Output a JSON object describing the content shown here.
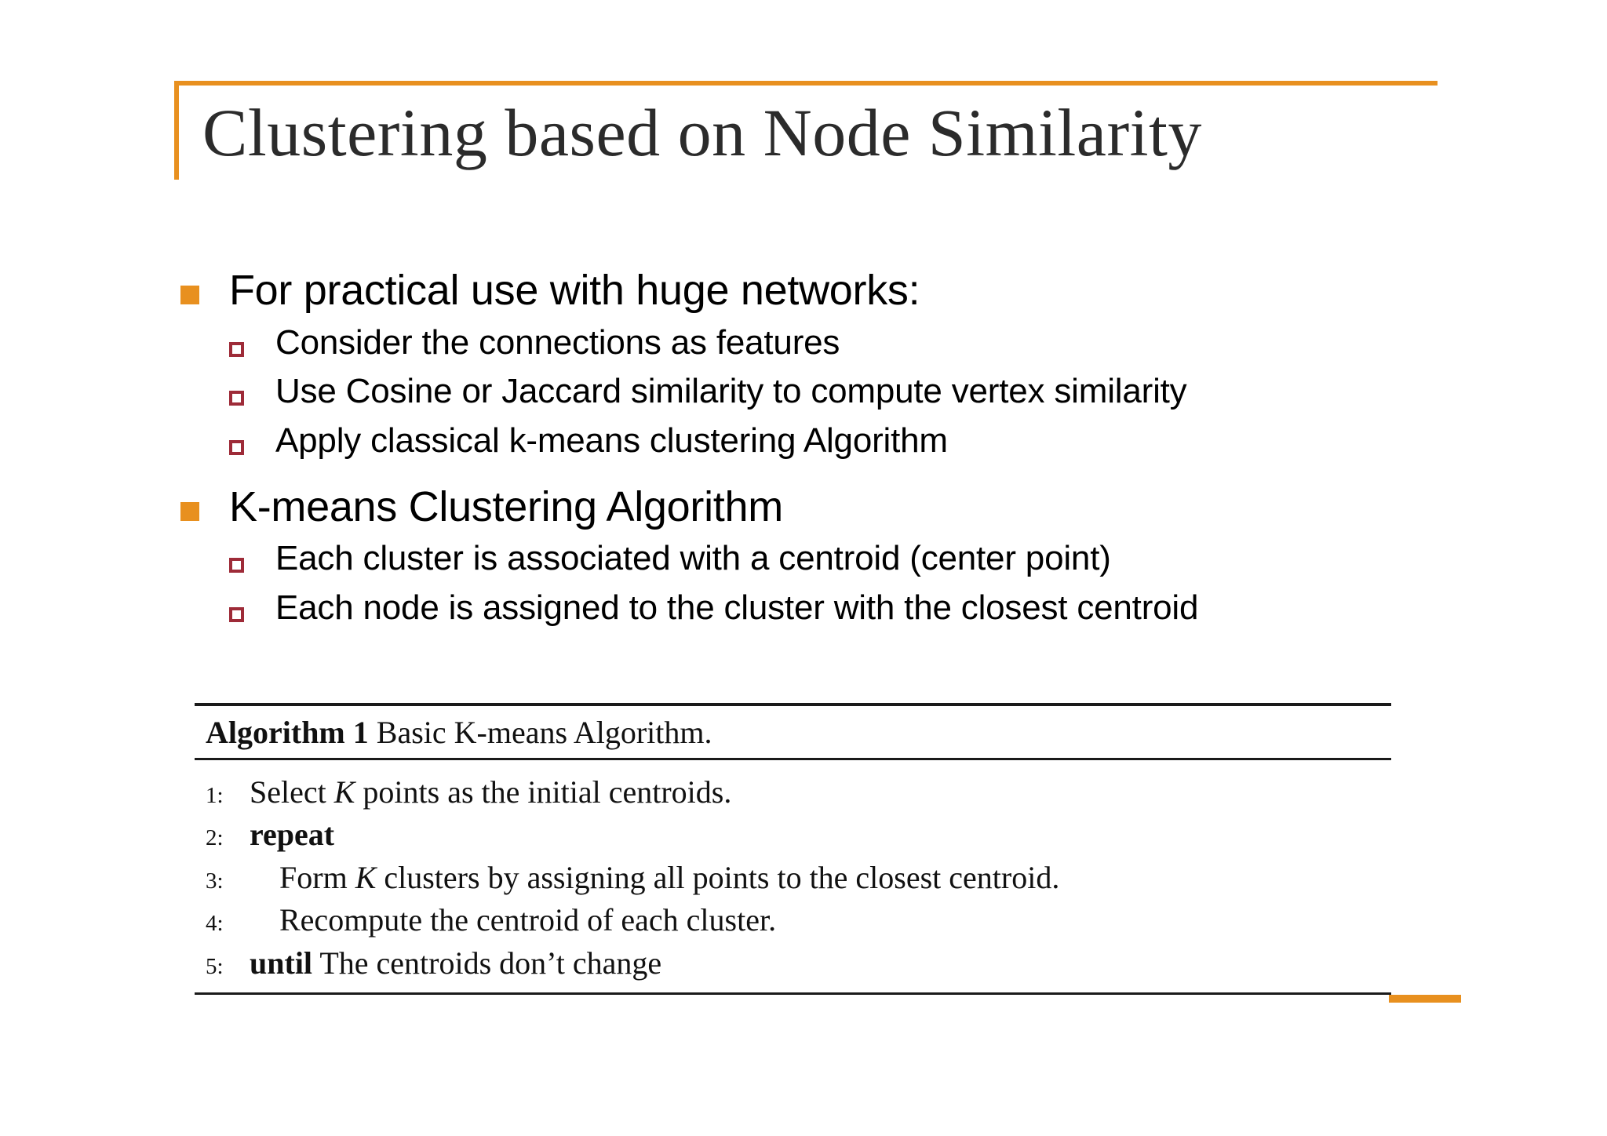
{
  "slide": {
    "title": "Clustering based on Node Similarity",
    "accent_color": "#E8901F",
    "sub_bullet_color": "#9E2B38"
  },
  "bullets": [
    {
      "level": 1,
      "text": "For practical use with huge networks:",
      "children": [
        {
          "level": 2,
          "text": "Consider the connections as features"
        },
        {
          "level": 2,
          "text": "Use Cosine or Jaccard similarity to compute vertex similarity"
        },
        {
          "level": 2,
          "text": "Apply classical k-means clustering Algorithm"
        }
      ]
    },
    {
      "level": 1,
      "text": "K-means Clustering Algorithm",
      "children": [
        {
          "level": 2,
          "text": "Each cluster is associated with a centroid (center point)"
        },
        {
          "level": 2,
          "text": "Each node is assigned to the cluster with the closest centroid"
        }
      ]
    }
  ],
  "algorithm": {
    "caption_label": "Algorithm 1",
    "caption_title": "Basic K-means Algorithm.",
    "lines": [
      {
        "number": "1:",
        "indented": false,
        "parts": [
          {
            "style": "normal",
            "text": "Select "
          },
          {
            "style": "italic",
            "text": "K"
          },
          {
            "style": "normal",
            "text": " points as the initial centroids."
          }
        ]
      },
      {
        "number": "2:",
        "indented": false,
        "parts": [
          {
            "style": "bold",
            "text": "repeat"
          }
        ]
      },
      {
        "number": "3:",
        "indented": true,
        "parts": [
          {
            "style": "normal",
            "text": "Form "
          },
          {
            "style": "italic",
            "text": "K"
          },
          {
            "style": "normal",
            "text": " clusters by assigning all points to the closest centroid."
          }
        ]
      },
      {
        "number": "4:",
        "indented": true,
        "parts": [
          {
            "style": "normal",
            "text": "Recompute the centroid of each cluster."
          }
        ]
      },
      {
        "number": "5:",
        "indented": false,
        "parts": [
          {
            "style": "bold",
            "text": "until"
          },
          {
            "style": "normal",
            "text": " The centroids don’t change"
          }
        ]
      }
    ]
  }
}
